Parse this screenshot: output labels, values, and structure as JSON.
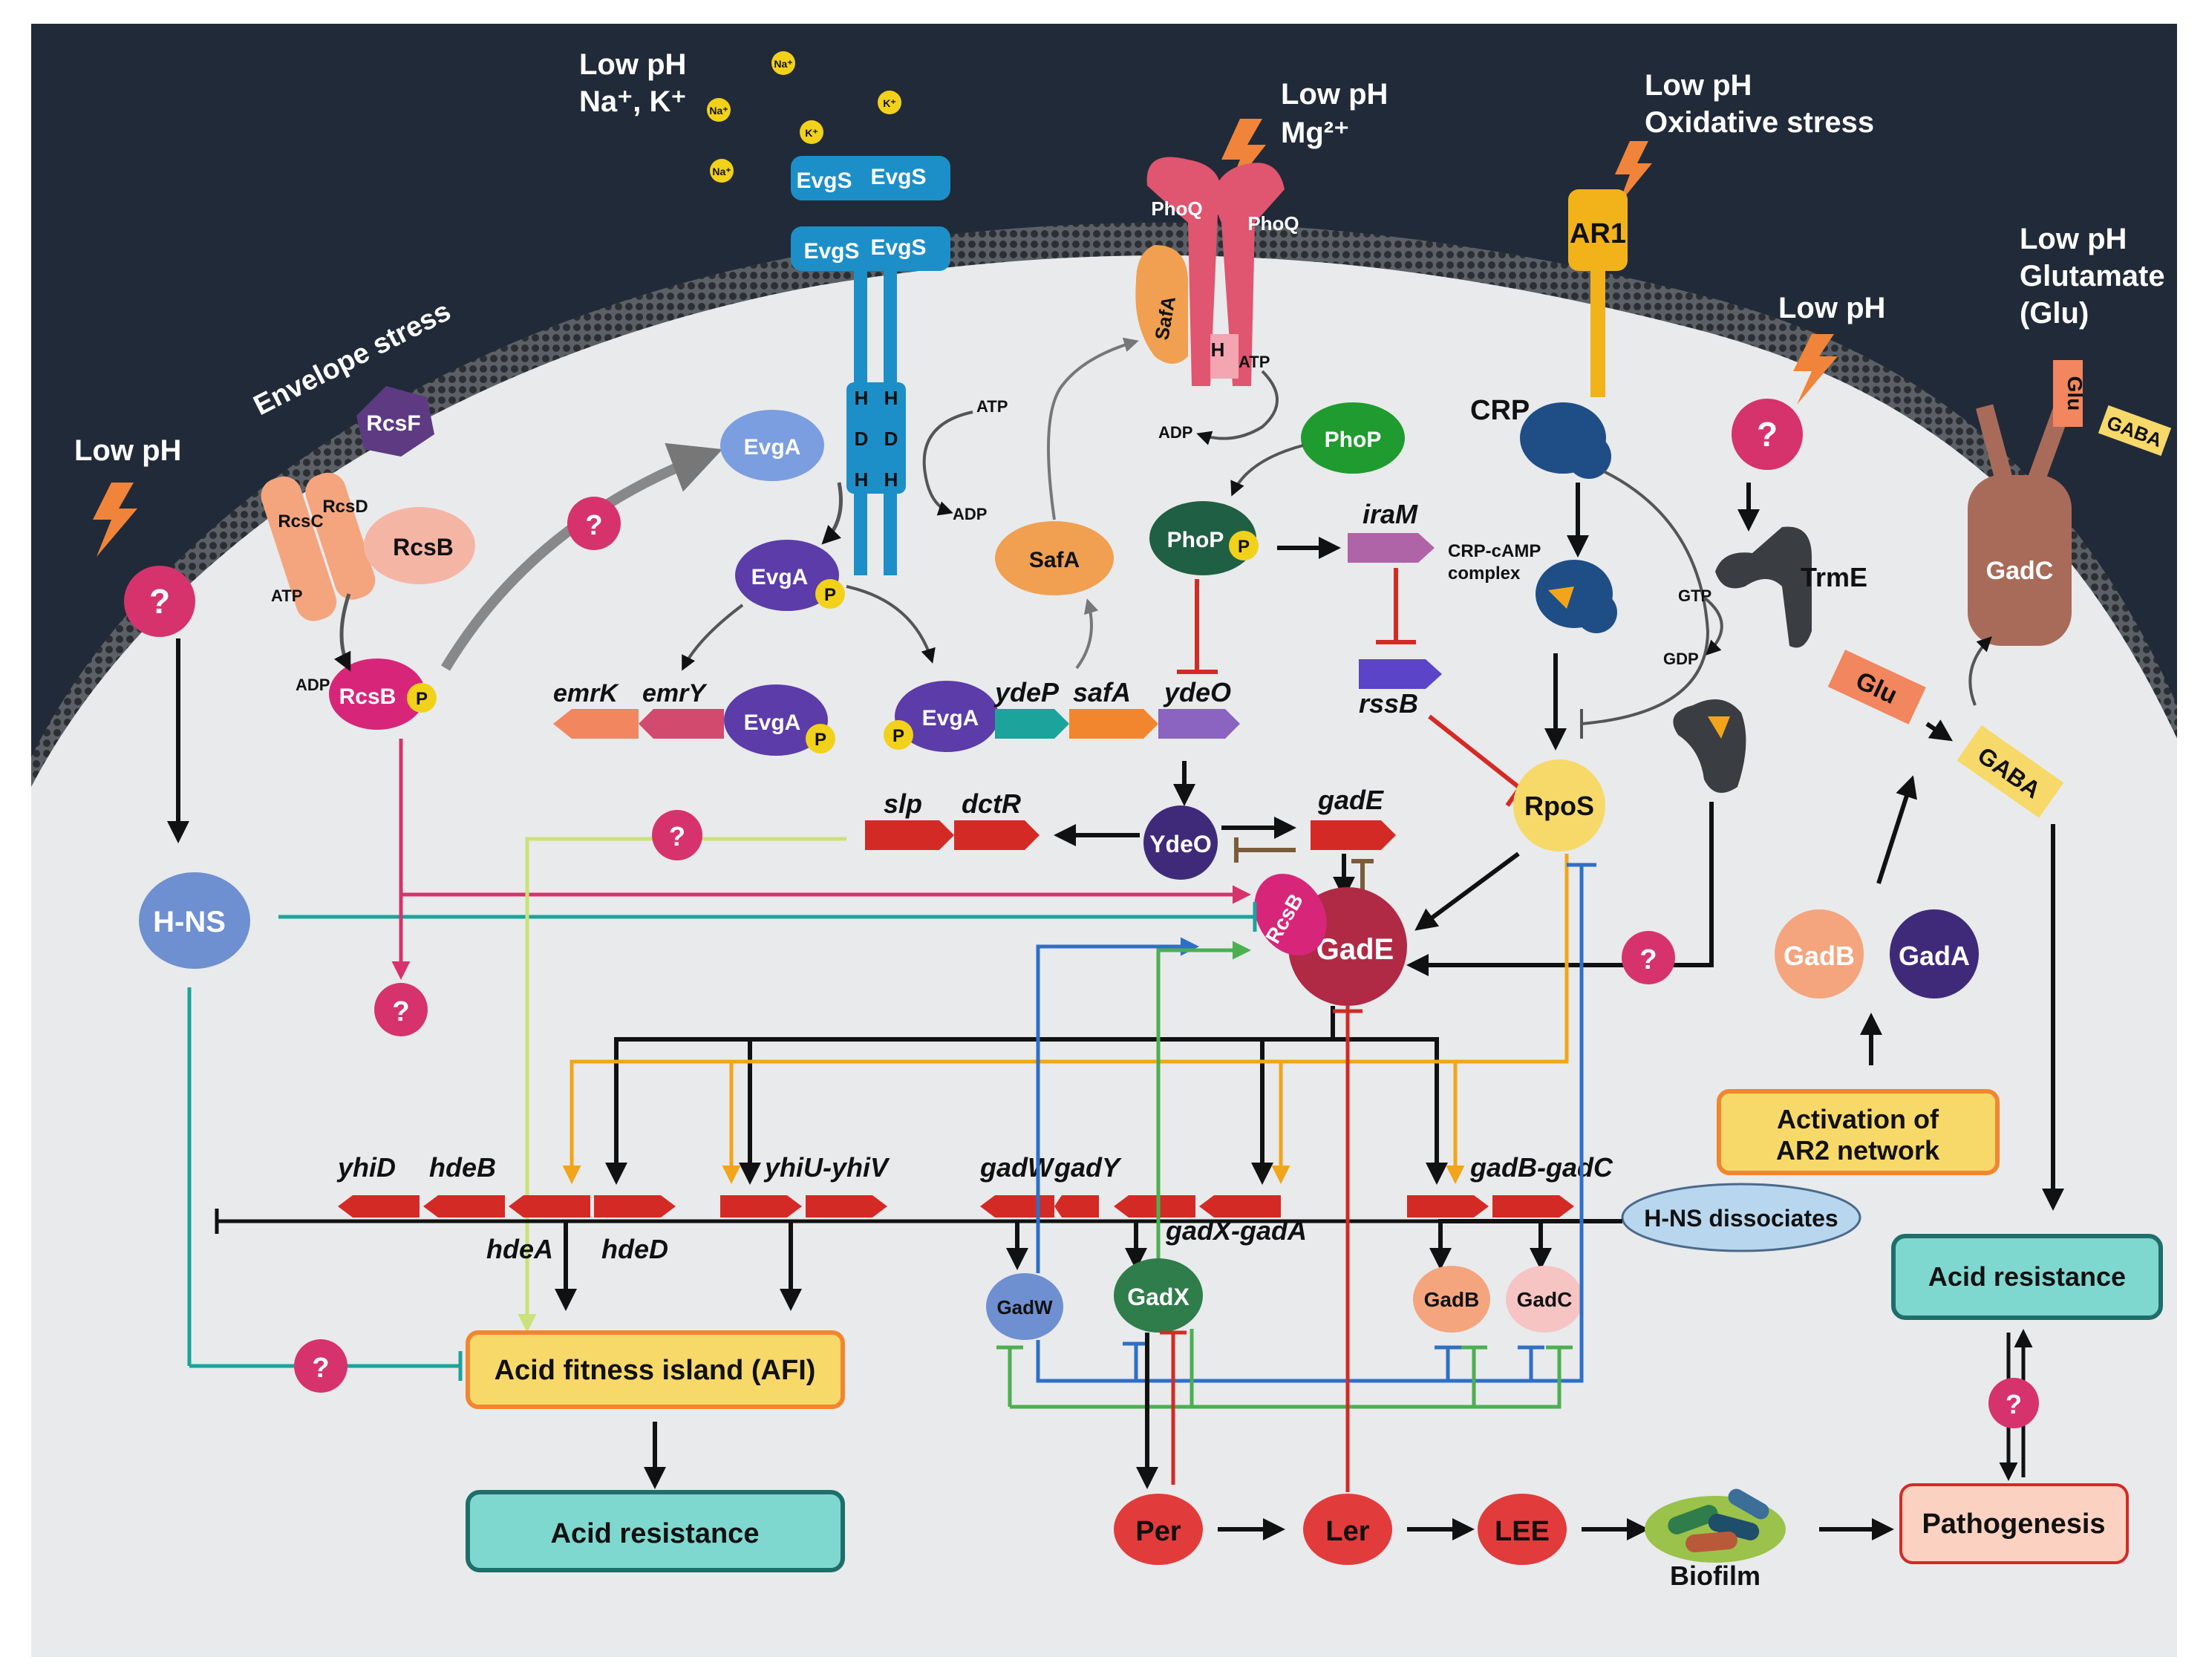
{
  "colors": {
    "outside": "#212a38",
    "cytoplasm": "#e9eaec",
    "membrane_head": "#2b2f33",
    "question": "#d6336c",
    "gene_red": "#d42a25",
    "activation_arrow": "#111111",
    "inhibition_red": "#d42a25",
    "teal": "#1ba39c",
    "blue": "#2f6fc6",
    "green": "#4caf50",
    "orange": "#f2a51a",
    "pink": "#d6336c",
    "light_green": "#c9e27a"
  },
  "signals": {
    "lowph_left": "Low pH",
    "envelope": "Envelope stress",
    "lowph_nak_1": "Low pH",
    "lowph_nak_2": "Na⁺, K⁺",
    "lowph_mg_1": "Low pH",
    "lowph_mg_2": "Mg²⁺",
    "lowph_ox_1": "Low pH",
    "lowph_ox_2": "Oxidative stress",
    "lowph_trme": "Low pH",
    "lowph_glu_1": "Low pH",
    "lowph_glu_2": "Glutamate",
    "lowph_glu_3": "(Glu)"
  },
  "ions": {
    "na": "Na⁺",
    "k": "K⁺"
  },
  "proteins": {
    "rcsf": "RcsF",
    "rcsc": "RcsC",
    "rcsd": "RcsD",
    "rcsb": "RcsB",
    "rcsb_p": "RcsB",
    "evgs": "EvgS",
    "evga": "EvgA",
    "evga_p": "EvgA",
    "phoq": "PhoQ",
    "phop": "PhoP",
    "phop_p": "PhoP",
    "safa": "SafA",
    "safa_mem": "SafA",
    "ar1": "AR1",
    "crp": "CRP",
    "crp_camp_1": "CRP-cAMP",
    "crp_camp_2": "complex",
    "trme": "TrmE",
    "gadc_mem": "GadC",
    "glu": "Glu",
    "gaba": "GABA",
    "hns": "H-NS",
    "ydeo": "YdeO",
    "rpos": "RpoS",
    "gade": "GadE",
    "rcsb_gade": "RcsB",
    "gadb": "GadB",
    "gada": "GadA",
    "gadw": "GadW",
    "gadx": "GadX",
    "gadb_small": "GadB",
    "gadc_small": "GadC",
    "per": "Per",
    "ler": "Ler",
    "lee": "LEE",
    "p": "P",
    "h": "H",
    "d": "D",
    "q": "?"
  },
  "small": {
    "atp": "ATP",
    "adp": "ADP",
    "gtp": "GTP",
    "gdp": "GDP"
  },
  "genes": {
    "emrk": "emrK",
    "emry": "emrY",
    "ydep": "ydeP",
    "safa": "safA",
    "ydeo": "ydeO",
    "iram": "iraM",
    "rssb": "rssB",
    "slp": "slp",
    "dctr": "dctR",
    "gade": "gadE",
    "yhid": "yhiD",
    "hdeb": "hdeB",
    "hdea": "hdeA",
    "hded": "hdeD",
    "yhiu": "yhiU-yhiV",
    "gadw": "gadW",
    "gady": "gadY",
    "gadxa": "gadX-gadA",
    "gadbc": "gadB-gadC"
  },
  "boxes": {
    "afi": "Acid fitness island (AFI)",
    "acid_res": "Acid resistance",
    "acid_res_right": "Acid resistance",
    "ar2_1": "Activation of",
    "ar2_2": "AR2 network",
    "pathogenesis": "Pathogenesis",
    "hns_dissociates": "H-NS dissociates",
    "biofilm": "Biofilm"
  }
}
